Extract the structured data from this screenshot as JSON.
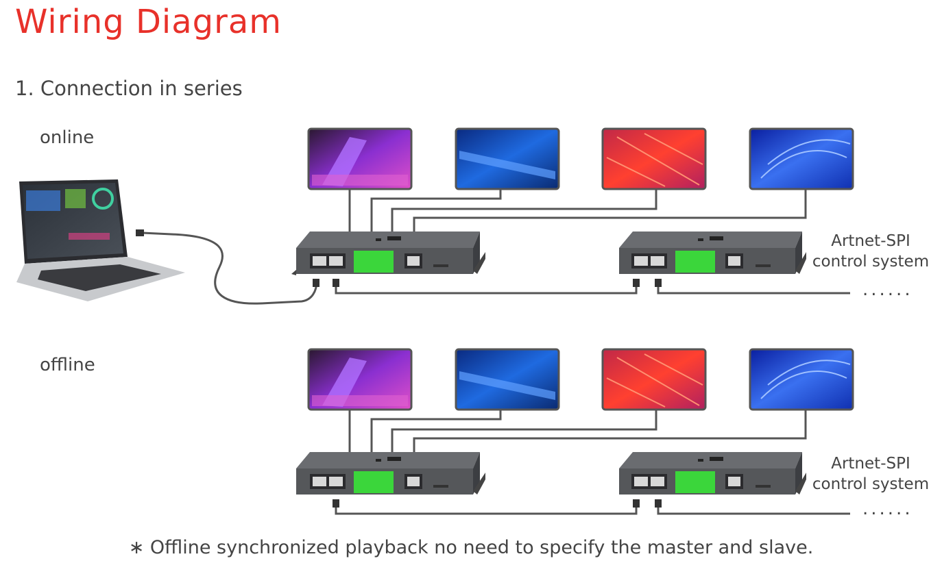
{
  "title": "Wiring Diagram",
  "subtitle": "1. Connection in series",
  "modes": {
    "online": "online",
    "offline": "offline"
  },
  "system_label": {
    "line1": "Artnet-SPI",
    "line2": "control system"
  },
  "continuation": "......",
  "footnote": "∗ Offline synchronized playback no need to specify the master and slave.",
  "colors": {
    "title": "#e8312a",
    "text": "#444444",
    "controller": "#55575a",
    "terminal": "#3bd63b",
    "wire": "#555555"
  }
}
